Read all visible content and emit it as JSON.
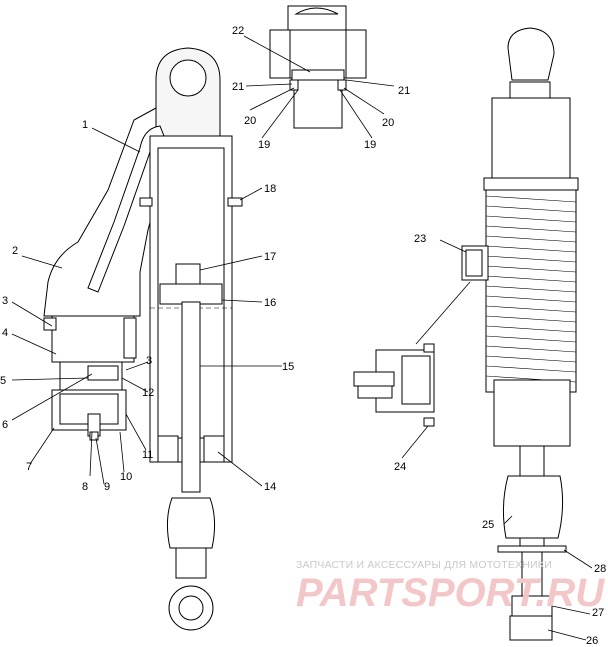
{
  "callouts": {
    "c1": "1",
    "c2": "2",
    "c3a": "3",
    "c3b": "3",
    "c4": "4",
    "c5": "5",
    "c6": "6",
    "c7": "7",
    "c8": "8",
    "c9": "9",
    "c10": "10",
    "c11": "11",
    "c12": "12",
    "c14": "14",
    "c15": "15",
    "c16": "16",
    "c17": "17",
    "c18": "18",
    "c19a": "19",
    "c19b": "19",
    "c20a": "20",
    "c20b": "20",
    "c21a": "21",
    "c21b": "21",
    "c22": "22",
    "c23": "23",
    "c24": "24",
    "c25": "25",
    "c26": "26",
    "c27": "27",
    "c28": "28"
  },
  "watermark": {
    "line1": "ЗАПЧАСТИ И АКСЕССУАРЫ ДЛЯ МОТОТЕХНИКИ",
    "line2": "PARTSPORT.RU"
  }
}
